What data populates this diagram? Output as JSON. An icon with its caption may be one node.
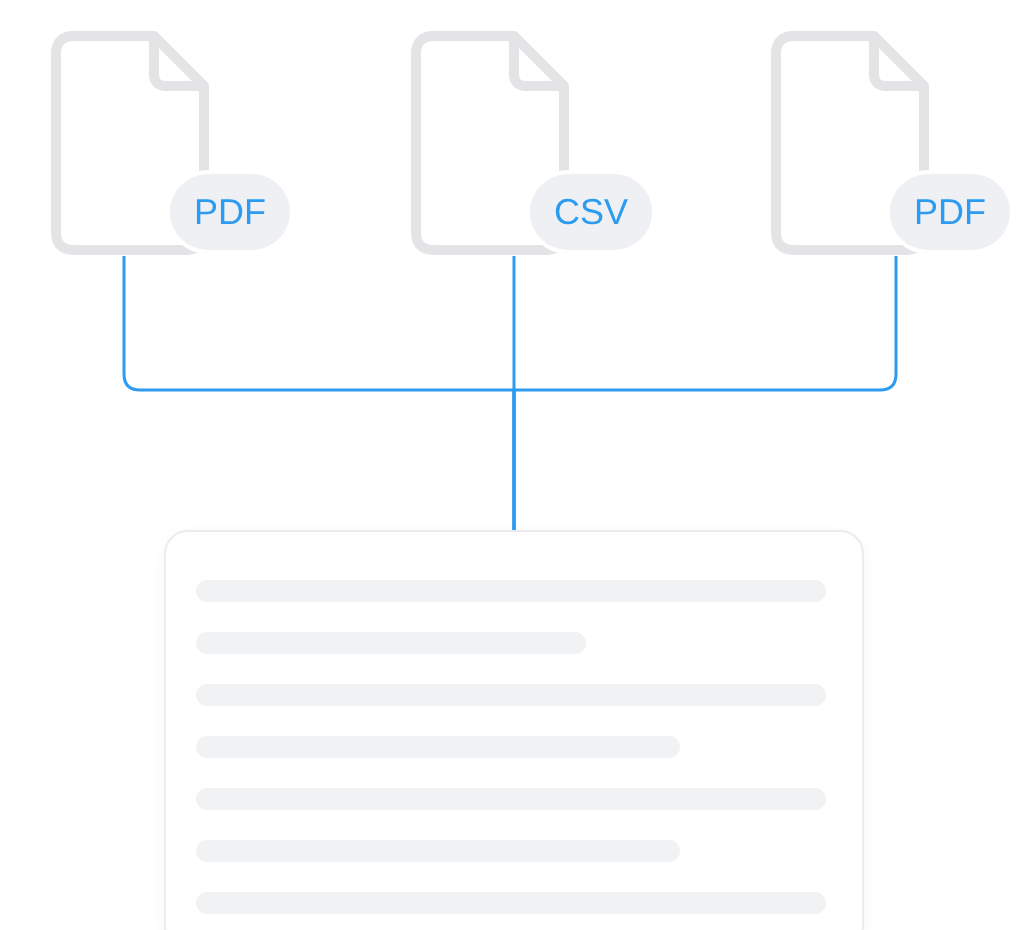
{
  "diagram": {
    "nodes": [
      {
        "text": [
          "PDF"
        ]
      },
      {
        "text": [
          "CSV"
        ]
      },
      {
        "text": [
          "PDF"
        ]
      },
      {
        "text": [],
        "shape": "box"
      }
    ],
    "edges": [
      {
        "from": 0,
        "to": 3,
        "arrow": "none"
      },
      {
        "from": 1,
        "to": 3,
        "arrow": "none"
      },
      {
        "from": 2,
        "to": 3,
        "arrow": "none"
      }
    ]
  }
}
